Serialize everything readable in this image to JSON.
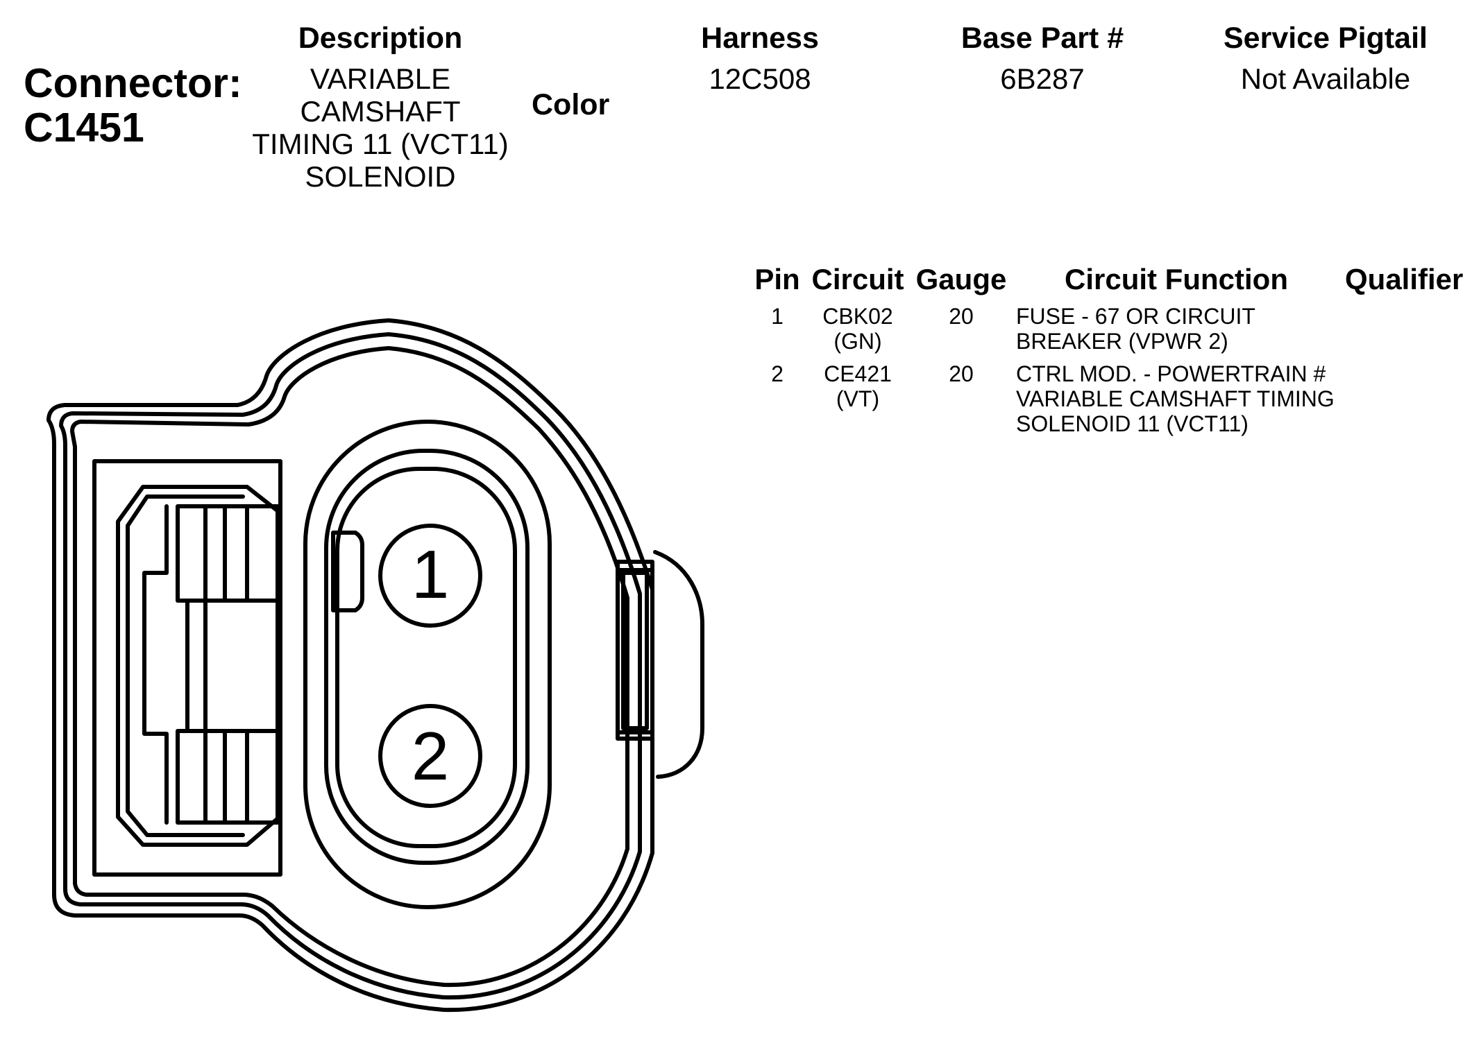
{
  "connector": {
    "label": "Connector:",
    "id": "C1451"
  },
  "header": {
    "description_label": "Description",
    "description_lines": [
      "VARIABLE",
      "CAMSHAFT",
      "TIMING 11 (VCT11)",
      "SOLENOID"
    ],
    "color_label": "Color",
    "harness_label": "Harness",
    "harness_value": "12C508",
    "base_part_label": "Base Part #",
    "base_part_value": "6B287",
    "service_pigtail_label": "Service Pigtail",
    "service_pigtail_value": "Not Available"
  },
  "pin_table": {
    "columns": [
      "Pin",
      "Circuit",
      "Gauge",
      "Circuit Function",
      "Qualifier"
    ],
    "rows": [
      {
        "pin": "1",
        "circuit": [
          "CBK02",
          "(GN)"
        ],
        "gauge": "20",
        "function": [
          "FUSE - 67 OR CIRCUIT",
          "BREAKER (VPWR 2)"
        ],
        "qualifier": ""
      },
      {
        "pin": "2",
        "circuit": [
          "CE421",
          "(VT)"
        ],
        "gauge": "20",
        "function": [
          "CTRL MOD. - POWERTRAIN #",
          "VARIABLE CAMSHAFT TIMING",
          "SOLENOID 11 (VCT11)"
        ],
        "qualifier": ""
      }
    ]
  },
  "diagram": {
    "pin_labels": [
      "1",
      "2"
    ]
  }
}
